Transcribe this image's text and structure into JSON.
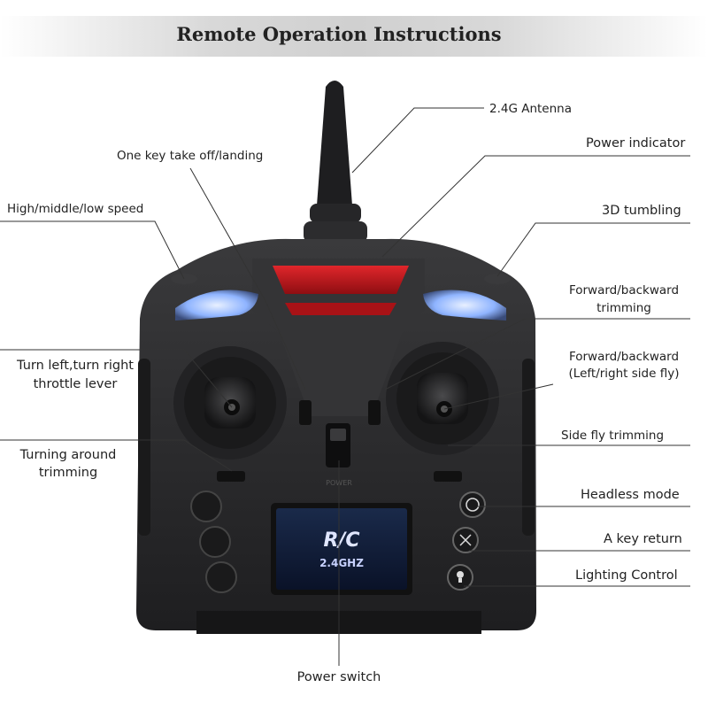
{
  "title": "Remote Operation Instructions",
  "labels": {
    "antenna": "2.4G Antenna",
    "power_indicator": "Power indicator",
    "one_key": "One key take off/landing",
    "speed": "High/middle/low speed",
    "tumbling": "3D tumbling",
    "fb_trim_1": "Forward/backward",
    "fb_trim_2": "trimming",
    "turn_1": "Turn left,turn right",
    "turn_2": "throttle lever",
    "fb_fly_1": "Forward/backward",
    "fb_fly_2": "(Left/right side fly)",
    "side_trim": "Side fly trimming",
    "turning_1": "Turning around",
    "turning_2": "trimming",
    "headless": "Headless mode",
    "key_return": "A key return",
    "lighting": "Lighting Control",
    "power_switch": "Power switch"
  },
  "device": {
    "logo": "R/C",
    "frequency": "2.4GHZ",
    "switch_text": "POWER"
  },
  "colors": {
    "body": "#2b2b2d",
    "indicator": "#c0161b",
    "light": "#8fb4ff"
  }
}
